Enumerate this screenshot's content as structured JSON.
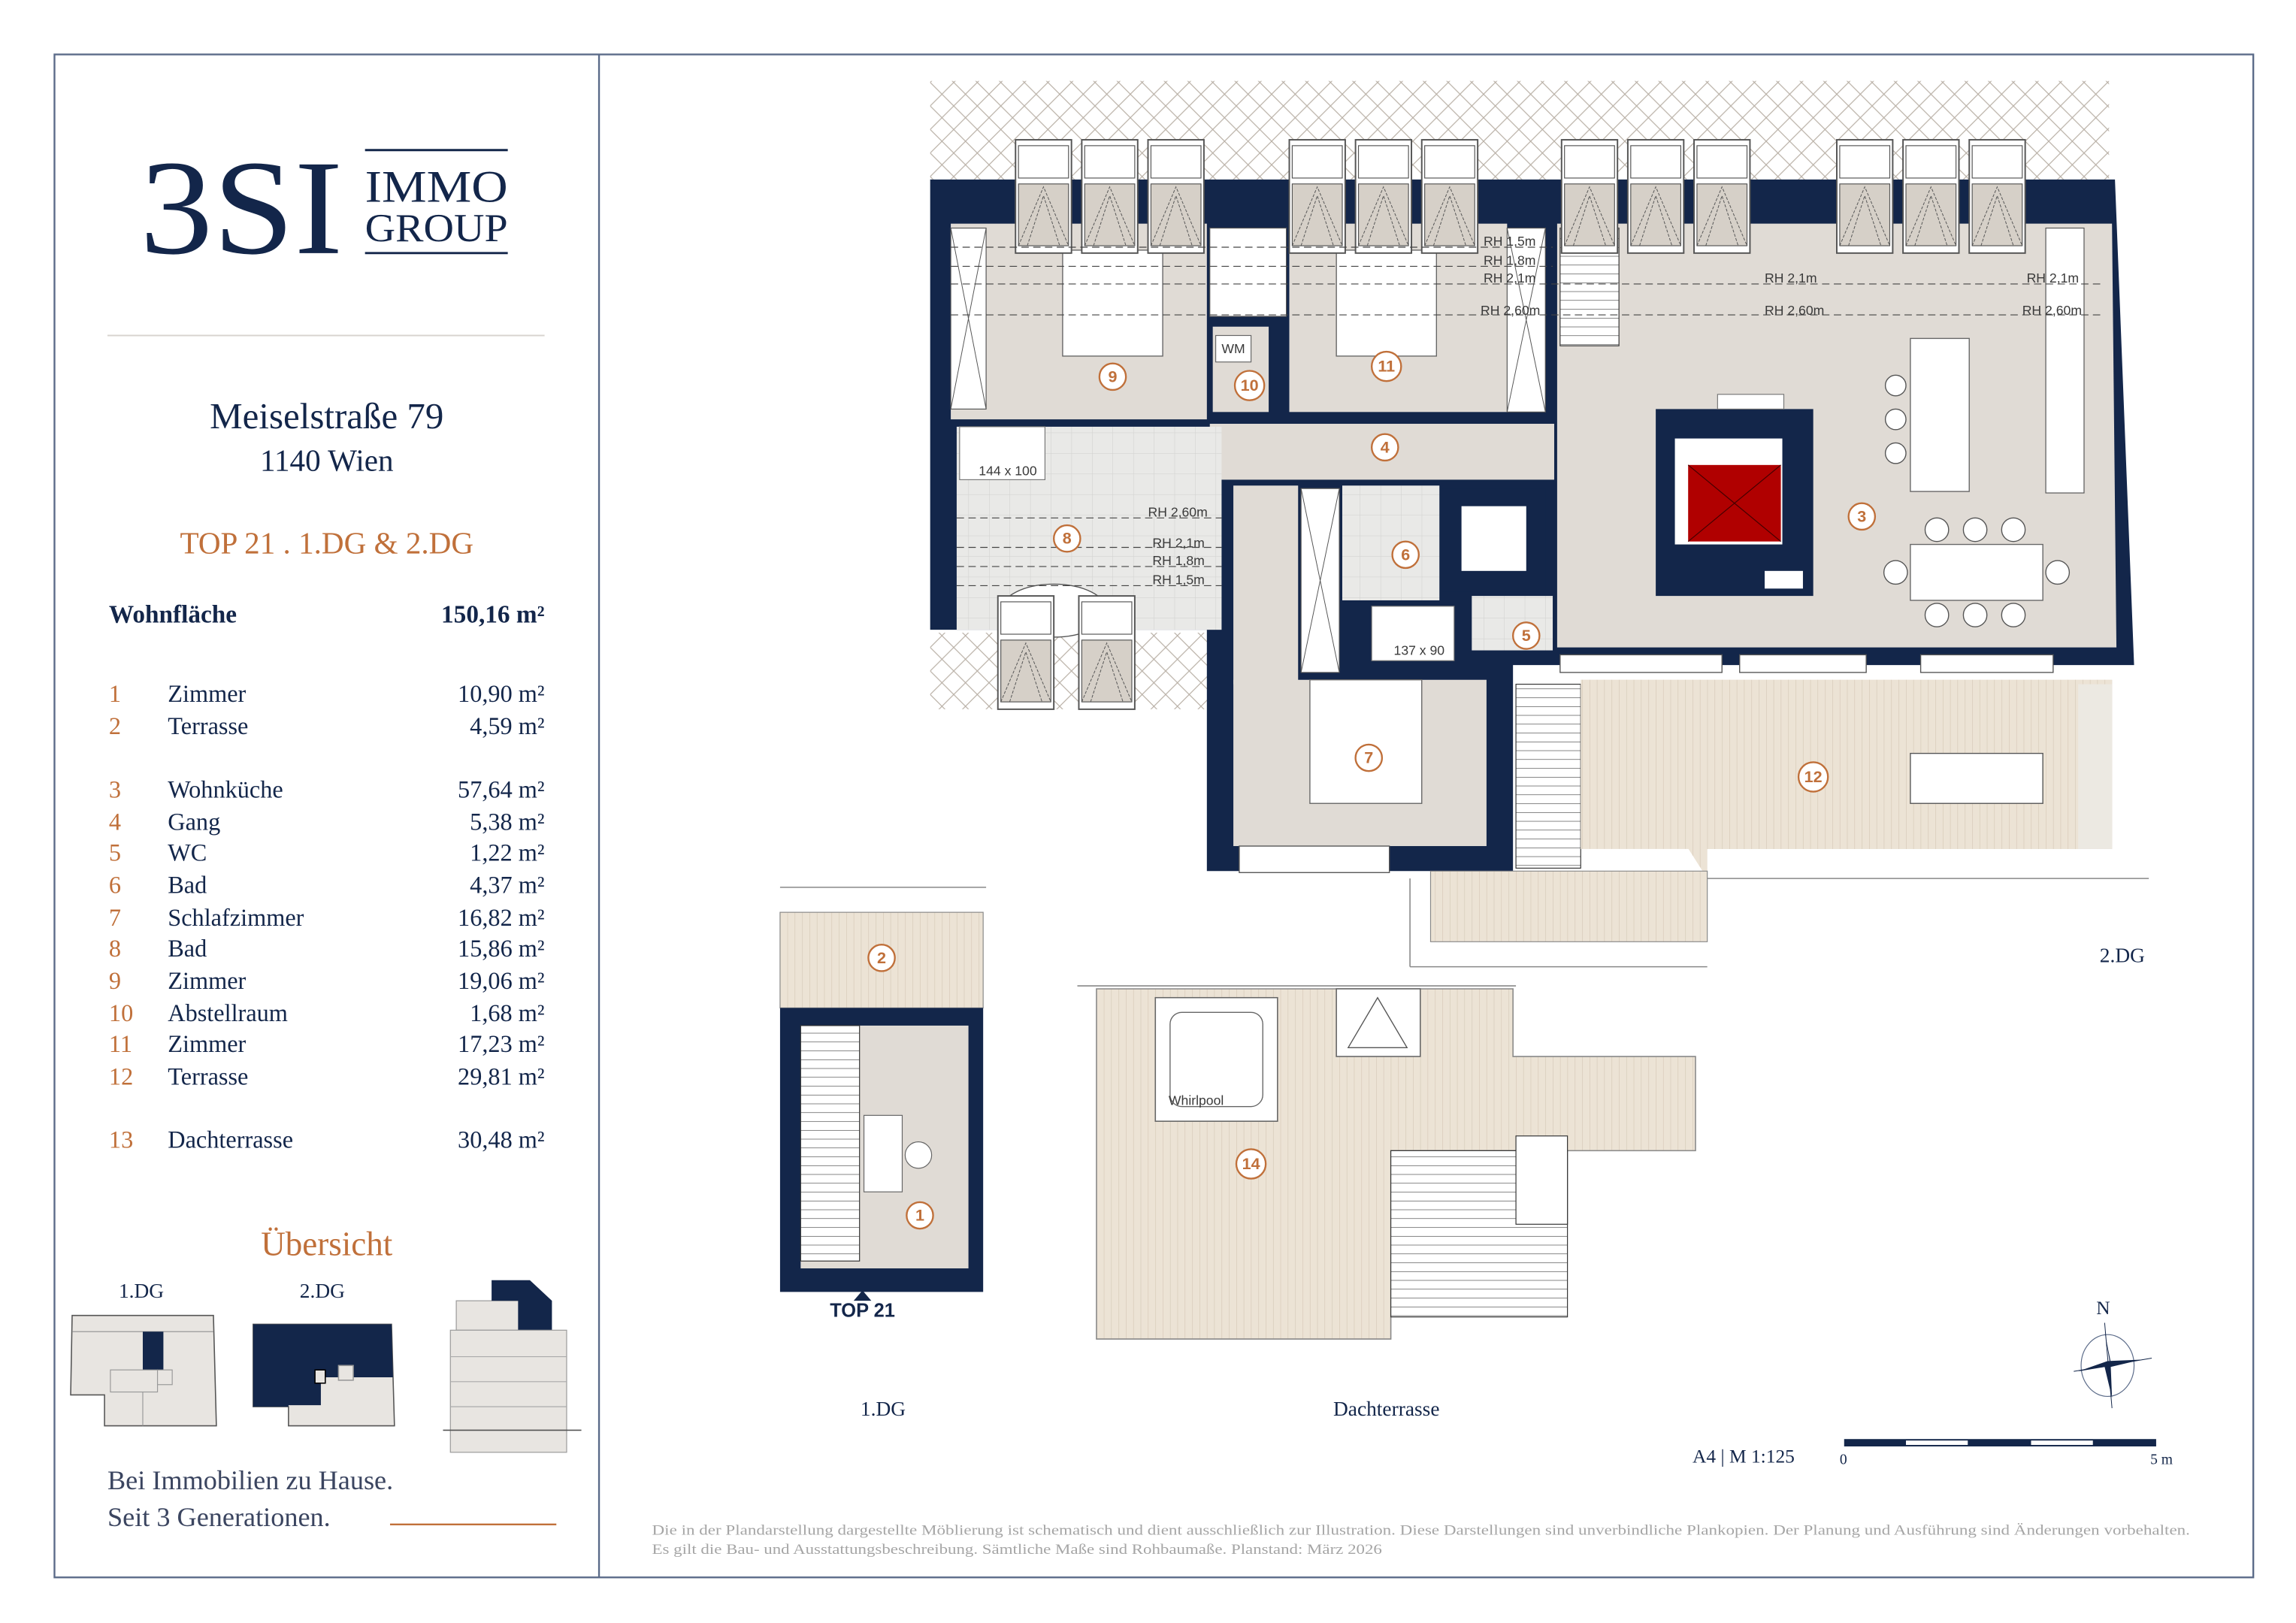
{
  "logo": {
    "main": "3SI",
    "line1": "IMMO",
    "line2": "GROUP"
  },
  "address": {
    "street": "Meiselstraße 79",
    "city": "1140 Wien"
  },
  "unit": "TOP 21 . 1.DG & 2.DG",
  "living_area": {
    "label": "Wohnfläche",
    "value": "150,16 m²"
  },
  "rooms": [
    {
      "no": "1",
      "name": "Zimmer",
      "area": "10,90 m²"
    },
    {
      "no": "2",
      "name": "Terrasse",
      "area": "4,59 m²"
    },
    {
      "no": "3",
      "name": "Wohnküche",
      "area": "57,64 m²"
    },
    {
      "no": "4",
      "name": "Gang",
      "area": "5,38 m²"
    },
    {
      "no": "5",
      "name": "WC",
      "area": "1,22 m²"
    },
    {
      "no": "6",
      "name": "Bad",
      "area": "4,37 m²"
    },
    {
      "no": "7",
      "name": "Schlafzimmer",
      "area": "16,82 m²"
    },
    {
      "no": "8",
      "name": "Bad",
      "area": "15,86 m²"
    },
    {
      "no": "9",
      "name": "Zimmer",
      "area": "19,06 m²"
    },
    {
      "no": "10",
      "name": "Abstellraum",
      "area": "1,68 m²"
    },
    {
      "no": "11",
      "name": "Zimmer",
      "area": "17,23 m²"
    },
    {
      "no": "12",
      "name": "Terrasse",
      "area": "29,81 m²"
    },
    {
      "no": "13",
      "name": "Dachterrasse",
      "area": "30,48 m²"
    }
  ],
  "overview": {
    "title": "Übersicht",
    "label_1dg": "1.DG",
    "label_2dg": "2.DG"
  },
  "slogan": {
    "line1": "Bei Immobilien zu Hause.",
    "line2": "Seit 3 Generationen."
  },
  "plan": {
    "floor_2dg": "2.DG",
    "floor_1dg": "1.DG",
    "roof_terrace": "Dachterrasse",
    "top_label": "TOP 21",
    "room_markers": [
      "1",
      "2",
      "3",
      "4",
      "5",
      "6",
      "7",
      "8",
      "9",
      "10",
      "11",
      "12",
      "14"
    ],
    "rh_labels": {
      "rh15": "RH 1,5m",
      "rh18": "RH 1,8m",
      "rh21": "RH 2,1m",
      "rh260": "RH 2,60m"
    },
    "shower_1": "144 x 100",
    "shower_2": "137 x 90",
    "wm": "WM",
    "whirlpool": "Whirlpool",
    "north": "N",
    "scale": "A4 | M 1:125",
    "scale_start": "0",
    "scale_end": "5 m"
  },
  "disclaimer": {
    "line1": "Die in der Plandarstellung dargestellte Möblierung ist schematisch und dient ausschließlich zur Illustration. Diese Darstellungen sind unverbindliche Plankopien. Der Planung und Ausführung sind Änderungen vorbehalten.",
    "line2": "Es gilt die Bau- und Ausstattungsbeschreibung. Sämtliche Maße sind Rohbaumaße. Planstand: März 2026"
  },
  "colors": {
    "navy": "#13264a",
    "orange": "#c0703a",
    "room": "#e0dbd5",
    "wood": "#ece3d5",
    "elevator": "#b00000"
  }
}
